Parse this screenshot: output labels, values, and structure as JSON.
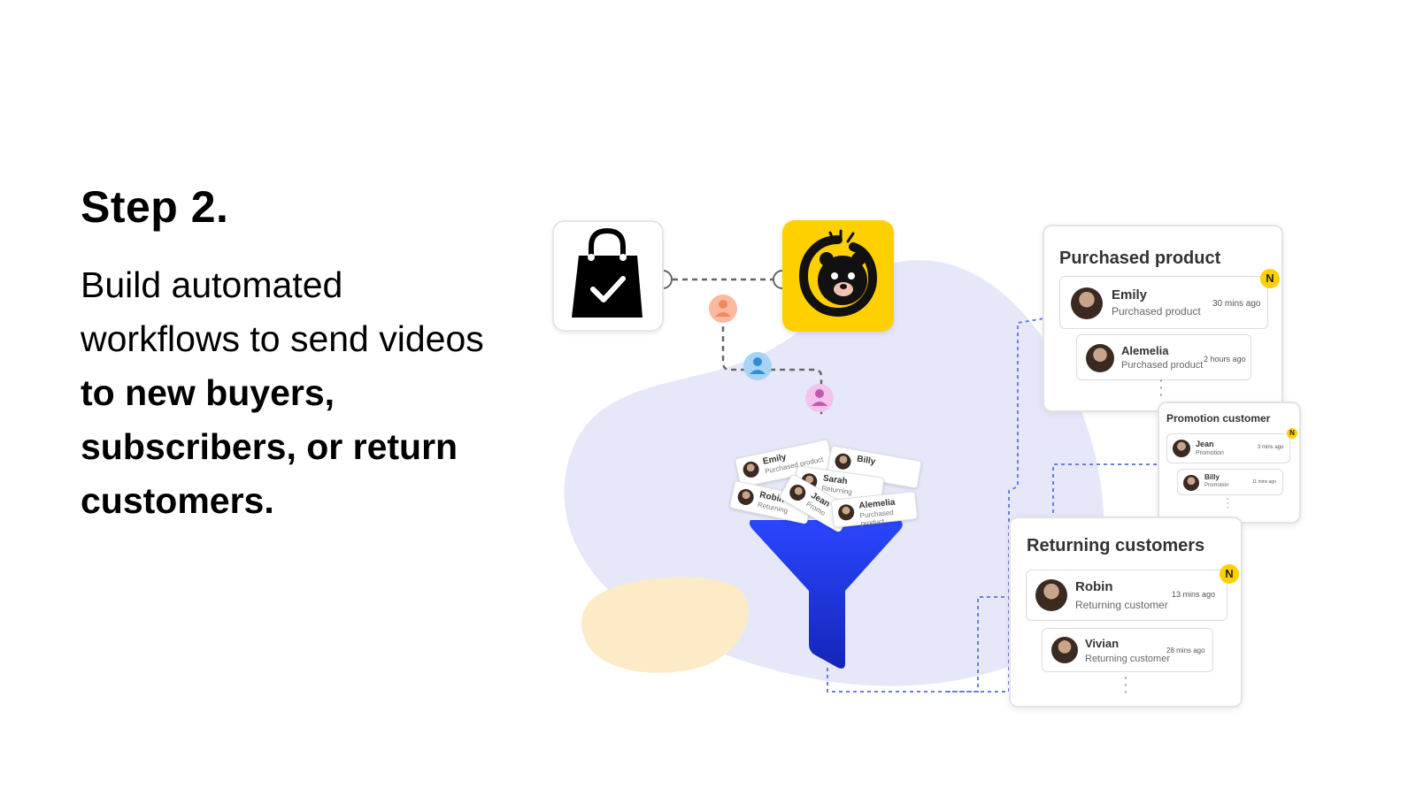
{
  "heading": "Step 2.",
  "body": {
    "line1": "Build automated",
    "line2": "workflows to send videos",
    "line3": "to new buyers,",
    "line4": "subscribers, or return",
    "line5": "customers."
  },
  "icons": {
    "shop": "shopping-bag-check-icon",
    "brand": "bear-logo-icon",
    "funnel": "funnel-icon"
  },
  "colors": {
    "brand_yellow": "#ffd000",
    "funnel_blue": "#1f2fd6",
    "blob_lavender": "#e6e8fa",
    "blob_peach": "#fdebc8",
    "dashed_blue": "#6b7ee0"
  },
  "purchased_card": {
    "title": "Purchased product",
    "badge": "N",
    "rows": [
      {
        "name": "Emily",
        "sub": "Purchased product",
        "time": "30 mins ago"
      },
      {
        "name": "Alemelia",
        "sub": "Purchased product",
        "time": "2 hours ago"
      }
    ]
  },
  "promotion_card": {
    "title": "Promotion customer",
    "badge": "N",
    "rows": [
      {
        "name": "Jean",
        "sub": "Promotion",
        "time": "3 mins ago"
      },
      {
        "name": "Billy",
        "sub": "Promotion",
        "time": "11 mins ago"
      }
    ]
  },
  "returning_card": {
    "title": "Returning customers",
    "badge": "N",
    "rows": [
      {
        "name": "Robin",
        "sub": "Returning customer",
        "time": "13 mins ago"
      },
      {
        "name": "Vivian",
        "sub": "Returning customer",
        "time": "28 mins ago"
      }
    ]
  },
  "funnel_cards": [
    {
      "name": "Emily",
      "sub": "Purchased product"
    },
    {
      "name": "Billy",
      "sub": ""
    },
    {
      "name": "Sarah",
      "sub": "Returning"
    },
    {
      "name": "Robin",
      "sub": "Returning"
    },
    {
      "name": "Jean",
      "sub": "Promo"
    },
    {
      "name": "Alemelia",
      "sub": "Purchased product"
    }
  ]
}
